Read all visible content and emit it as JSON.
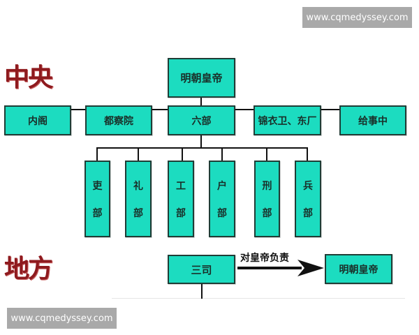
{
  "watermarks": {
    "top": "www.cqmedyssey.com",
    "bottom": "www.cqmedyssey.com"
  },
  "central": {
    "section_label": "中央",
    "root": "明朝皇帝",
    "level1": [
      "内阁",
      "都察院",
      "六部",
      "锦衣卫、东厂",
      "给事中"
    ],
    "six_ministries": [
      {
        "top": "吏",
        "bottom": "部"
      },
      {
        "top": "礼",
        "bottom": "部"
      },
      {
        "top": "工",
        "bottom": "部"
      },
      {
        "top": "户",
        "bottom": "部"
      },
      {
        "top": "刑",
        "bottom": "部"
      },
      {
        "top": "兵",
        "bottom": "部"
      }
    ]
  },
  "local": {
    "section_label": "地方",
    "source": "三司",
    "arrow_label": "对皇帝负责",
    "target": "明朝皇帝"
  },
  "colors": {
    "box_fill": "#1cdcc0",
    "box_border": "#1f3d36",
    "section_label": "#8e1a1e",
    "watermark_bg": "#a9a9a9"
  }
}
